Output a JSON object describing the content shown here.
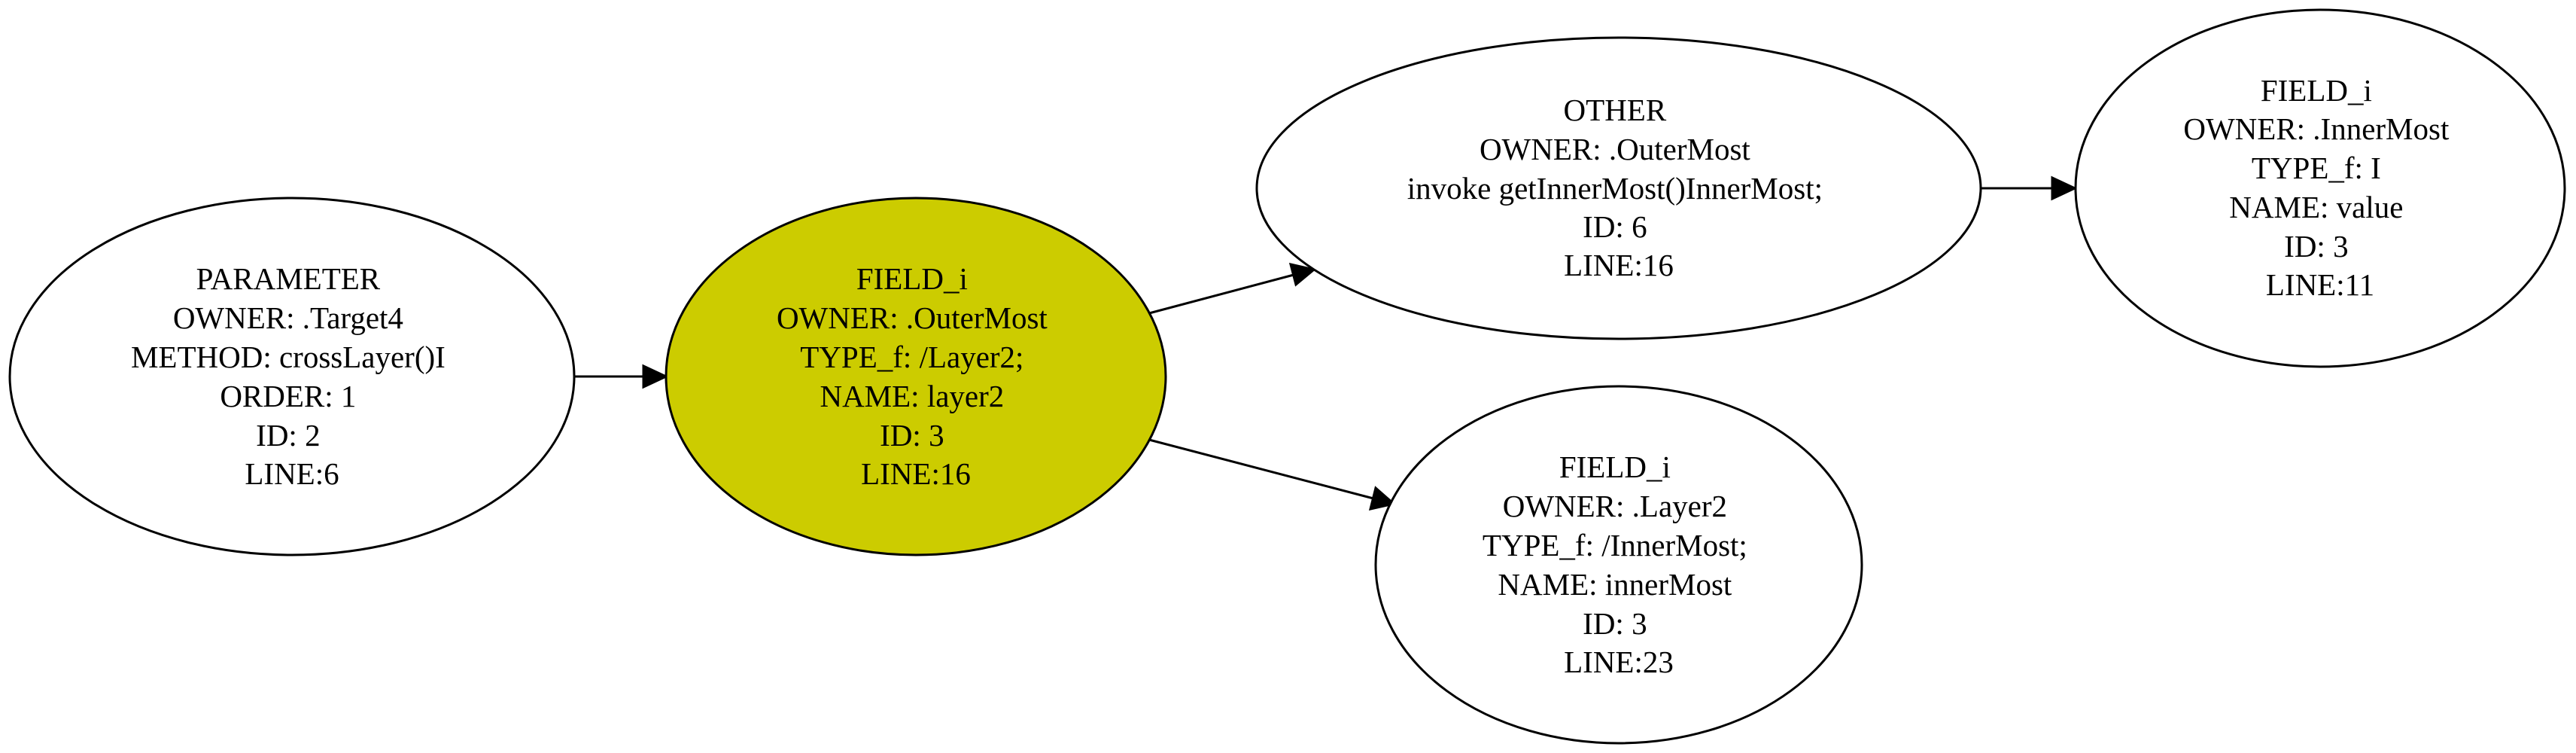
{
  "colors": {
    "highlight_fill": "#cccc00",
    "default_fill": "#ffffff",
    "stroke": "#000000"
  },
  "nodes": {
    "param": {
      "highlighted": false,
      "lines": [
        "PARAMETER",
        "OWNER: .Target4",
        "METHOD: crossLayer()I",
        "ORDER: 1",
        "ID: 2",
        "LINE:6"
      ]
    },
    "field_outer": {
      "highlighted": true,
      "lines": [
        "FIELD_i",
        "OWNER: .OuterMost",
        "TYPE_f: /Layer2;",
        "NAME: layer2",
        "ID: 3",
        "LINE:16"
      ]
    },
    "other": {
      "highlighted": false,
      "lines": [
        "OTHER",
        "OWNER: .OuterMost",
        "invoke getInnerMost()InnerMost;",
        "ID: 6",
        "LINE:16"
      ]
    },
    "field_inner": {
      "highlighted": false,
      "lines": [
        "FIELD_i",
        "OWNER: .InnerMost",
        "TYPE_f: I",
        "NAME: value",
        "ID: 3",
        "LINE:11"
      ]
    },
    "field_layer2": {
      "highlighted": false,
      "lines": [
        "FIELD_i",
        "OWNER: .Layer2",
        "TYPE_f: /InnerMost;",
        "NAME: innerMost",
        "ID: 3",
        "LINE:23"
      ]
    }
  },
  "edges": [
    {
      "from": "param",
      "to": "field_outer"
    },
    {
      "from": "field_outer",
      "to": "other"
    },
    {
      "from": "field_outer",
      "to": "field_layer2"
    },
    {
      "from": "other",
      "to": "field_inner"
    }
  ]
}
